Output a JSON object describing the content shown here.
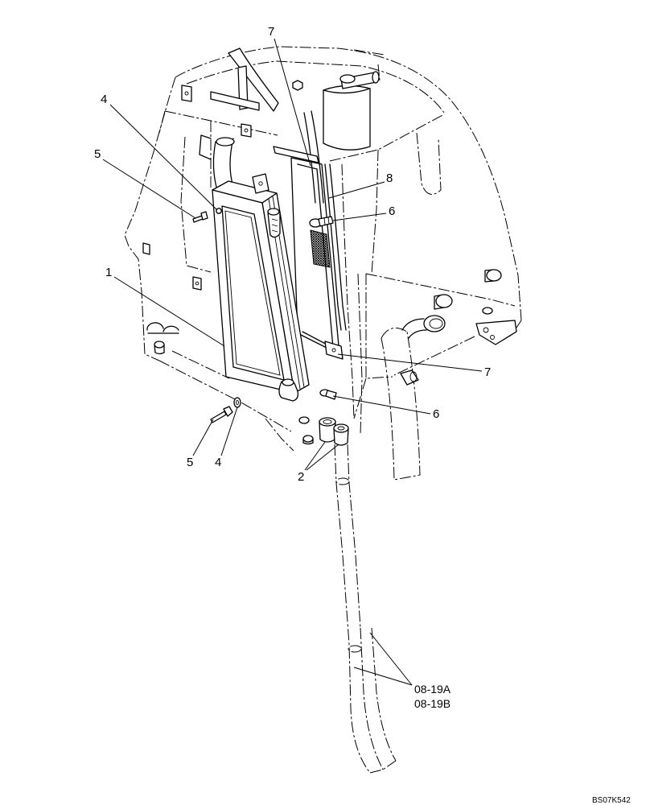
{
  "drawing": {
    "callouts": {
      "c7_top": "7",
      "c4_top": "4",
      "c5_top": "5",
      "c8": "8",
      "c6_top": "6",
      "c1": "1",
      "c7_right": "7",
      "c6_bottom": "6",
      "c5_bottom": "5",
      "c4_bottom": "4",
      "c2": "2"
    },
    "references": {
      "ref_a": "08-19A",
      "ref_b": "08-19B"
    },
    "drawing_id": "BS07K542"
  }
}
